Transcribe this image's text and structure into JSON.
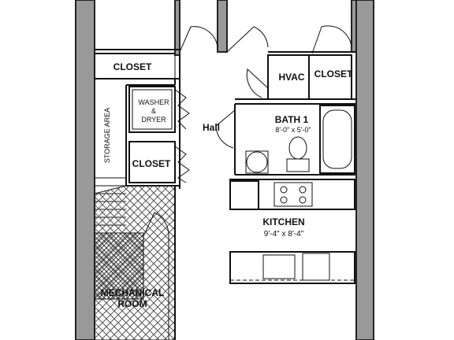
{
  "rooms": {
    "closet_top": "CLOSET",
    "hvac": "HVAC",
    "closet_right": "CLOSET",
    "washer_dryer_line1": "WASHER",
    "washer_dryer_line2": "&",
    "washer_dryer_line3": "DRYER",
    "storage_area": "STORAGE AREA",
    "hall": "Hall",
    "bath_name": "BATH 1",
    "bath_dims": "8'-0\" x 5'-0\"",
    "closet_lower": "CLOSET",
    "kitchen_name": "KITCHEN",
    "kitchen_dims": "9'-4\" x 8'-4\"",
    "mechanical_line1": "MECHANICAL",
    "mechanical_line2": "ROOM"
  },
  "colors": {
    "wall_fill": "#999999",
    "line": "#111111",
    "hatch": "#555555"
  }
}
